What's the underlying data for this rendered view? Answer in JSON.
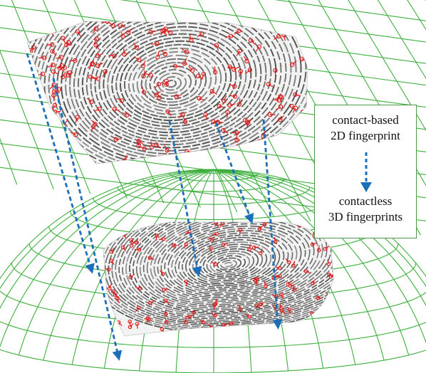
{
  "legend": {
    "from_line1": "contact-based",
    "from_line2": "2D fingerprint",
    "to_line1": "contactless",
    "to_line2": "3D fingerprints"
  },
  "colors": {
    "grid": "#3daf3d",
    "minutiae": "#e41a1a",
    "arrow": "#1a6fb8",
    "ridge": "#3a3a3a",
    "legend_border": "#4a9a4a"
  },
  "icons": [
    "dashed-down-arrow-icon",
    "minutia-marker-icon"
  ]
}
